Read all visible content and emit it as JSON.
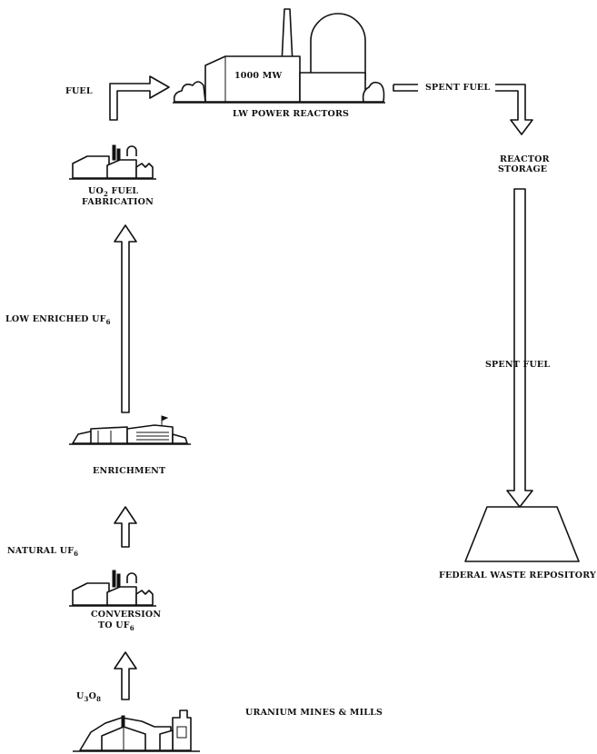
{
  "labels": {
    "fuel": "FUEL",
    "reactor_capacity": "1000 MW",
    "lw_power_reactors": "LW POWER REACTORS",
    "spent_fuel_top": "SPENT FUEL",
    "reactor_storage_1": "REACTOR",
    "reactor_storage_2": "STORAGE",
    "fabrication_1": "UO",
    "fabrication_sub": "2",
    "fabrication_1b": " FUEL",
    "fabrication_2": "FABRICATION",
    "low_enriched": "LOW ENRICHED UF",
    "low_enriched_sub": "6",
    "spent_fuel_mid": "SPENT FUEL",
    "enrichment": "ENRICHMENT",
    "natural_uf6": "NATURAL UF",
    "natural_uf6_sub": "6",
    "federal_waste_repository": "FEDERAL WASTE REPOSITORY",
    "conversion_1": "CONVERSION",
    "conversion_2": "TO UF",
    "conversion_sub": "6",
    "u3o8": "U",
    "u3o8_sub1": "3",
    "u3o8_mid": "O",
    "u3o8_sub2": "8",
    "mines": "URANIUM MINES & MILLS"
  }
}
